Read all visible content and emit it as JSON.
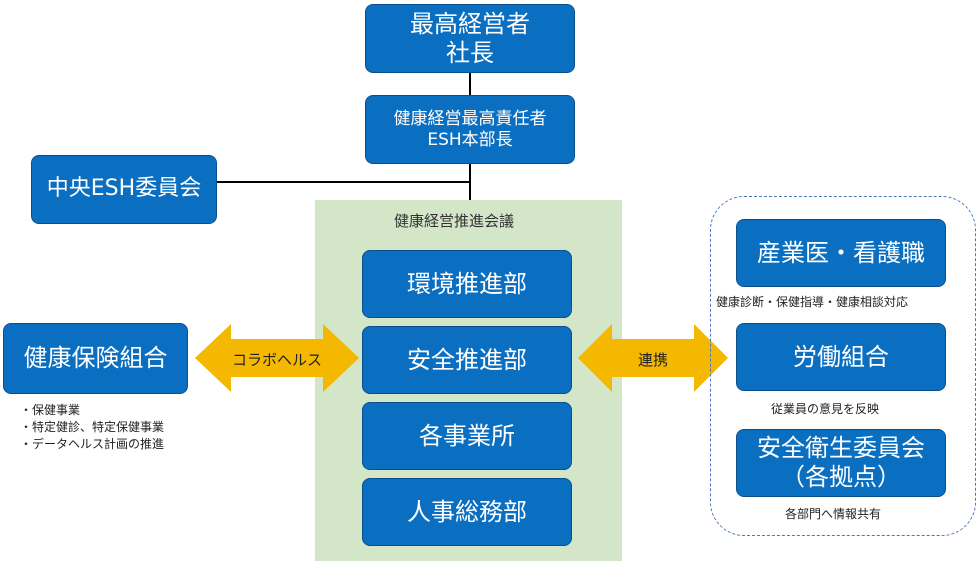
{
  "top": {
    "ceo": {
      "line1": "最高経営者",
      "line2": "社長"
    },
    "cho": {
      "line1": "健康経営最高責任者",
      "line2": "ESH本部長"
    }
  },
  "committee": {
    "label": "中央ESH委員会"
  },
  "council": {
    "title": "健康経営推進会議",
    "items": [
      "環境推進部",
      "安全推進部",
      "各事業所",
      "人事総務部"
    ]
  },
  "left": {
    "box": "健康保険組合",
    "arrow_label": "コラボヘルス",
    "bullets": [
      "・保健事業",
      "・特定健診、特定保健事業",
      "・データヘルス計画の推進"
    ]
  },
  "right": {
    "arrow_label": "連携",
    "items": [
      {
        "label": "産業医・看護職",
        "note": "健康診断・保健指導・健康相談対応"
      },
      {
        "label": "労働組合",
        "note": "従業員の意見を反映"
      },
      {
        "line1": "安全衛生委員会",
        "line2": "（各拠点）",
        "note": "各部門へ情報共有"
      }
    ]
  },
  "colors": {
    "box": "#0b6fc1",
    "panel": "#d3e7c8",
    "arrow": "#f5b800"
  }
}
